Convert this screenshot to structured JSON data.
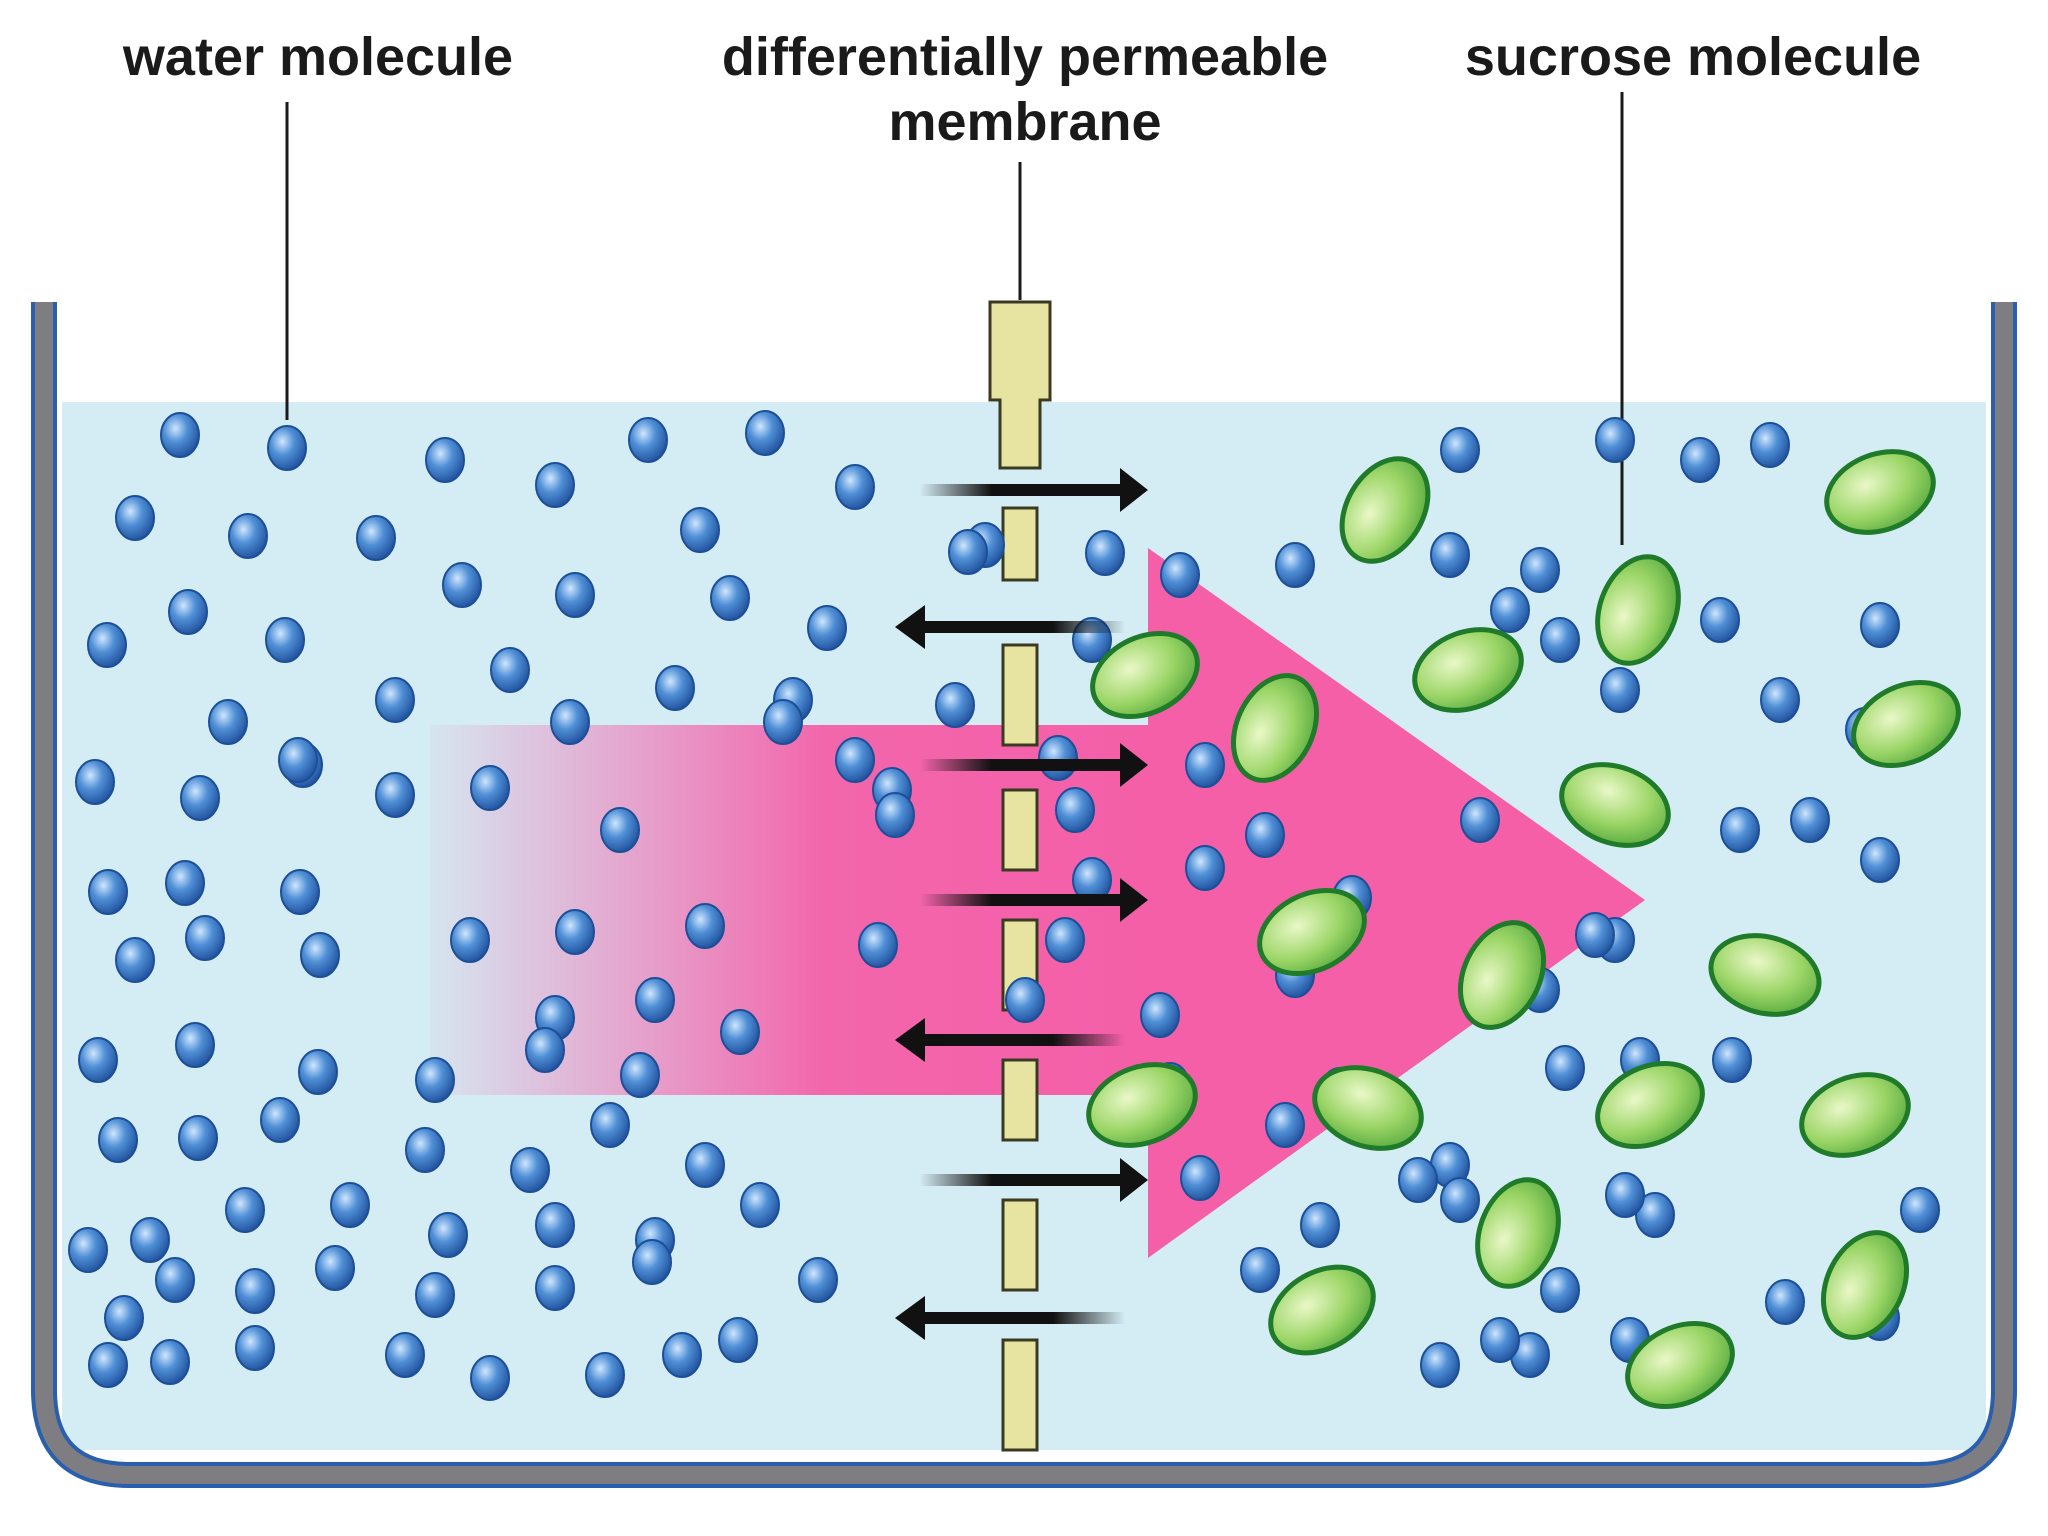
{
  "labels": {
    "water_molecule": "water molecule",
    "membrane_line1": "differentially  permeable",
    "membrane_line2": "membrane",
    "sucrose_molecule": "sucrose molecule"
  },
  "colors": {
    "water_fill": "#d4ecf4",
    "container_wall": "#7e7e82",
    "container_edge": "#2a5fae",
    "water_molecule": "#2f6fbd",
    "sucrose_fill": "#8ccf5a",
    "sucrose_outline": "#1f7a2a",
    "flow_arrow": "#f45fa8",
    "membrane": "#e6e4a0",
    "small_arrows": "#111111"
  },
  "icons": {
    "water_molecule": "blue-sphere",
    "sucrose_molecule": "green-ellipse",
    "net_flow": "pink-arrow-right",
    "diffusion": "black-arrow"
  }
}
